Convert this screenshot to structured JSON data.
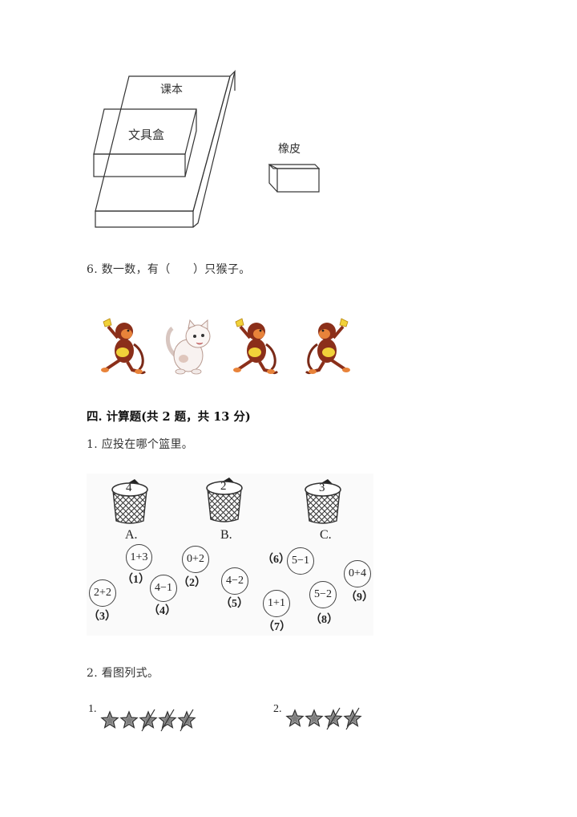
{
  "figure_objects": {
    "textbook_label": "课本",
    "pencil_box_label": "文具盒",
    "eraser_label": "橡皮"
  },
  "question6": {
    "text": "6. 数一数，有（      ）只猴子。",
    "animals": [
      {
        "type": "monkey",
        "icon": "monkey-icon"
      },
      {
        "type": "cat",
        "icon": "cat-icon"
      },
      {
        "type": "monkey",
        "icon": "monkey-icon"
      },
      {
        "type": "monkey",
        "icon": "monkey-icon"
      }
    ]
  },
  "section4": {
    "title": "四. 计算题(共 2 题，共 13 分)",
    "q1": {
      "text": "1. 应投在哪个篮里。",
      "baskets": [
        {
          "number": "4",
          "label": "A."
        },
        {
          "number": "2",
          "label": "B."
        },
        {
          "number": "3",
          "label": "C."
        }
      ],
      "bubbles": [
        {
          "expr": "1+3",
          "num": "（1）"
        },
        {
          "expr": "0+2",
          "num": "（2）"
        },
        {
          "expr": "2+2",
          "num": "（3）"
        },
        {
          "expr": "4−1",
          "num": "（4）"
        },
        {
          "expr": "4−2",
          "num": "（5）"
        },
        {
          "expr": "5−1",
          "num": "（6）"
        },
        {
          "expr": "1+1",
          "num": "（7）"
        },
        {
          "expr": "5−2",
          "num": "（8）"
        },
        {
          "expr": "0+4",
          "num": "（9）"
        }
      ]
    },
    "q2": {
      "text": "2. 看图列式。",
      "groups": [
        {
          "label": "1.",
          "total_stars": 5,
          "crossed": 3
        },
        {
          "label": "2.",
          "total_stars": 4,
          "crossed": 2
        }
      ]
    }
  },
  "colors": {
    "line": "#333333",
    "star_fill": "#9a9a9a",
    "monkey_brown": "#8b2f1a",
    "monkey_face": "#e8833a",
    "banana": "#f1d23a"
  }
}
